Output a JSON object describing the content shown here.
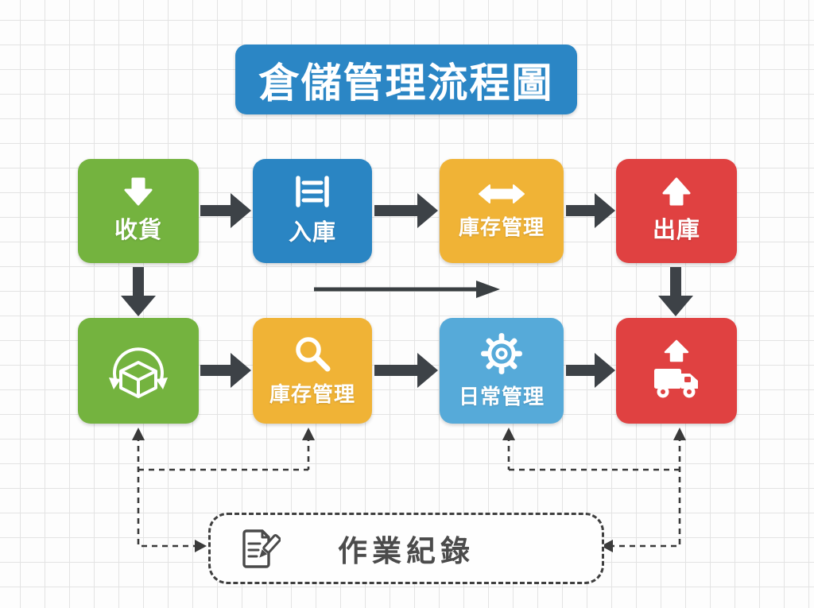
{
  "title": "倉儲管理流程圖",
  "boxes": {
    "row1": [
      {
        "label": "收貨",
        "icon": "arrow-down-icon",
        "color": "#74b33f"
      },
      {
        "label": "入庫",
        "icon": "shelf-rack-icon",
        "color": "#2a85c3"
      },
      {
        "label": "庫存管理",
        "icon": "double-arrow-horizontal-icon",
        "color": "#f0b336"
      },
      {
        "label": "出庫",
        "icon": "arrow-up-icon",
        "color": "#e04141"
      }
    ],
    "row2": [
      {
        "label": "",
        "icon": "package-cycle-icon",
        "color": "#74b33f"
      },
      {
        "label": "庫存管理",
        "icon": "magnifier-icon",
        "color": "#f0b336"
      },
      {
        "label": "日常管理",
        "icon": "gear-icon",
        "color": "#56aad9"
      },
      {
        "label": "",
        "icon": "truck-up-icon",
        "color": "#e04141"
      }
    ]
  },
  "record_box": {
    "label": "作業紀錄",
    "icon": "document-pencil-icon"
  },
  "colors": {
    "title_bg": "#2b86c5",
    "green": "#74b33f",
    "blue": "#2a85c3",
    "yellow": "#f0b336",
    "red": "#e04141",
    "sky": "#56aad9",
    "solid_arrow": "#3d4247",
    "dashed_line": "#3a3a3a",
    "record_text": "#4b4b4b",
    "grid_line": "#e3e3e3"
  }
}
